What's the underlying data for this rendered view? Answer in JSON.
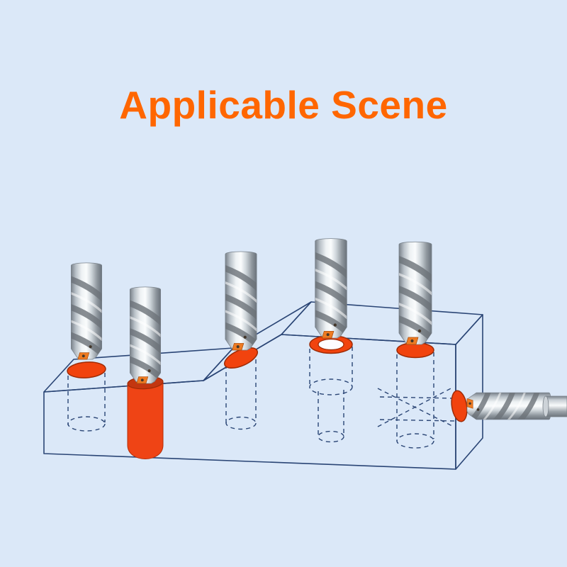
{
  "title": "Applicable Scene",
  "colors": {
    "background": "#dbe8f8",
    "title_orange": "#ff6600",
    "outline_navy": "#2a4575",
    "hole_orange": "#f1430e",
    "hole_outline": "#9e2b06",
    "notch_red": "#ef4415",
    "metal_light": "#fafcfd",
    "metal_dark": "#6a727b",
    "insert_orange": "#ee7b22"
  },
  "scenes": [
    {
      "name": "flat-surface-drilling"
    },
    {
      "name": "edge-half-hole-drilling"
    },
    {
      "name": "inclined-surface-drilling"
    },
    {
      "name": "counterbore-hole-drilling"
    },
    {
      "name": "cross-hole-drilling"
    },
    {
      "name": "horizontal-side-drilling"
    }
  ]
}
